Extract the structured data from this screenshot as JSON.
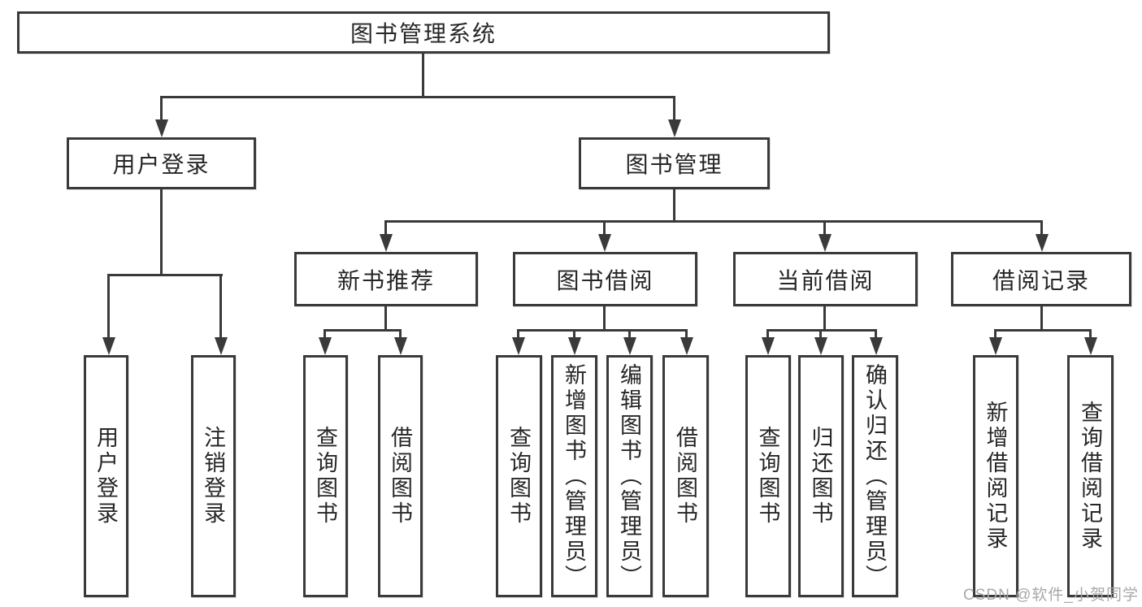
{
  "diagram_title": "图书管理系统",
  "colors": {
    "line": "#3a3a3a",
    "text": "#262626",
    "watermark": "#a8a8a8",
    "background": "#ffffff"
  },
  "nodes": {
    "root": "图书管理系统",
    "user_login": "用户登录",
    "book_management": "图书管理",
    "new_book_recommend": "新书推荐",
    "book_borrow": "图书借阅",
    "current_borrow": "当前借阅",
    "borrow_records": "借阅记录",
    "leaf_user_login": "用户登录",
    "leaf_logout": "注销登录",
    "leaf_query_book_a": "查询图书",
    "leaf_borrow_book_a": "借阅图书",
    "leaf_query_book_b": "查询图书",
    "leaf_add_book": "新增图书（管理员）",
    "leaf_edit_book": "编辑图书（管理员）",
    "leaf_borrow_book_b": "借阅图书",
    "leaf_query_book_c": "查询图书",
    "leaf_return_book": "归还图书",
    "leaf_confirm_return": "确认归还（管理员）",
    "leaf_add_record": "新增借阅记录",
    "leaf_query_record": "查询借阅记录"
  },
  "watermark": "CSDN @软件_小贺同学"
}
